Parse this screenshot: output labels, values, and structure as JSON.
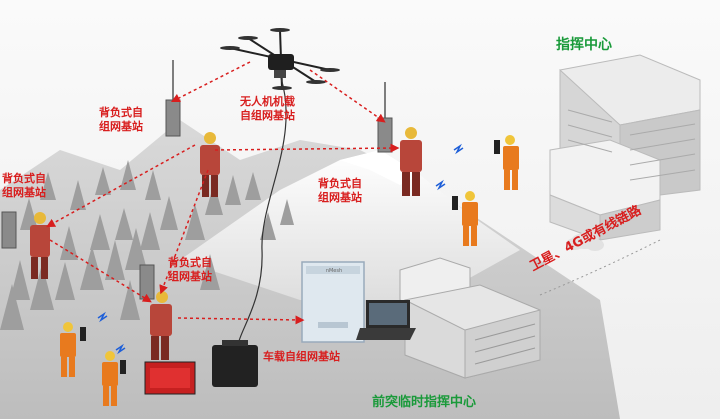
{
  "labels": {
    "uav_station": "无人机机载\n自组网基站",
    "backpack_1": "背负式自\n组网基站",
    "backpack_2": "背负式自\n组网基站",
    "backpack_3": "背负式自\n组网基站",
    "backpack_4": "背负式自\n组网基站",
    "vehicle_station": "车载自组网基站",
    "command_center": "指挥中心",
    "front_command": "前突临时指挥中心",
    "link": "卫星、4G或有线链路",
    "device_brand": "nMesh"
  },
  "colors": {
    "red": "#d81e1e",
    "green": "#1a9a3a",
    "firefighter": "#e87a1e",
    "suit_dark": "#b8463a"
  }
}
